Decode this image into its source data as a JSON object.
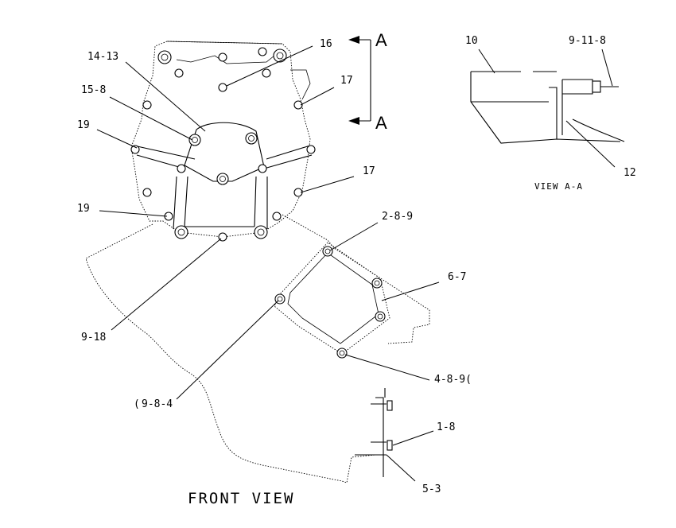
{
  "callouts": {
    "c16": "16",
    "c14_13": "14-13",
    "c15_8": "15-8",
    "c17_top": "17",
    "c19_top": "19",
    "c17_mid": "17",
    "c19_bot": "19",
    "c2_8_9": "2-8-9",
    "c6_7": "6-7",
    "c9_18": "9-18",
    "c4_8_9": "4-8-9(",
    "c9_8_4": "9-8-4",
    "c9_8_4_prefix": "(",
    "c1_8": "1-8",
    "c5_3": "5-3",
    "c10": "10",
    "c9_11_8": "9-11-8",
    "c12": "12"
  },
  "section_markers": {
    "top": "A",
    "bottom": "A"
  },
  "titles": {
    "front_view": "FRONT VIEW",
    "view_aa": "VIEW A-A"
  }
}
